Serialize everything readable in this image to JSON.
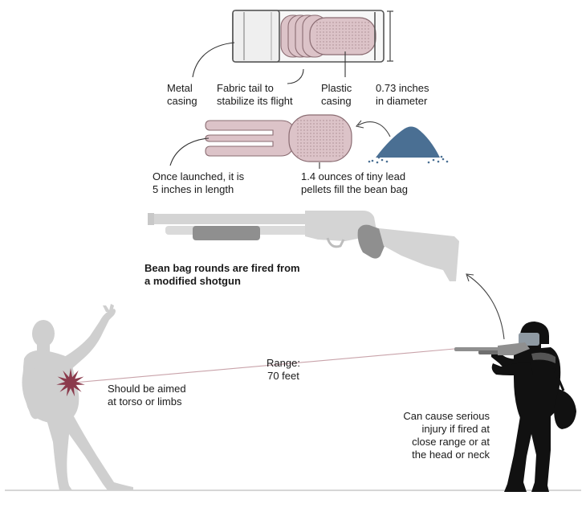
{
  "labels": {
    "metal_casing": "Metal\ncasing",
    "fabric_tail": "Fabric tail to\nstabilize its flight",
    "plastic_casing": "Plastic\ncasing",
    "diameter": "0.73 inches\nin diameter",
    "launched_length": "Once launched, it is\n5 inches in length",
    "lead_pellets": "1.4 ounces of tiny lead\npellets fill the bean bag",
    "shotgun_caption": "Bean bag rounds are fired from\na modified shotgun",
    "range": "Range:\n70 feet",
    "aim": "Should be aimed\nat torso or limbs",
    "injury": "Can cause serious\ninjury if fired at\nclose range or at\nthe head or neck"
  },
  "colors": {
    "bag_fill": "#dcc3c8",
    "bag_dots": "#a88a90",
    "pellets": "#4a6f93",
    "gun_gray": "#d4d4d4",
    "gun_dark": "#8f8f8f",
    "silhouette_light": "#cfcfcf",
    "silhouette_dark": "#111111",
    "impact": "#8b3a4c",
    "range_line": "#c9a3aa"
  }
}
